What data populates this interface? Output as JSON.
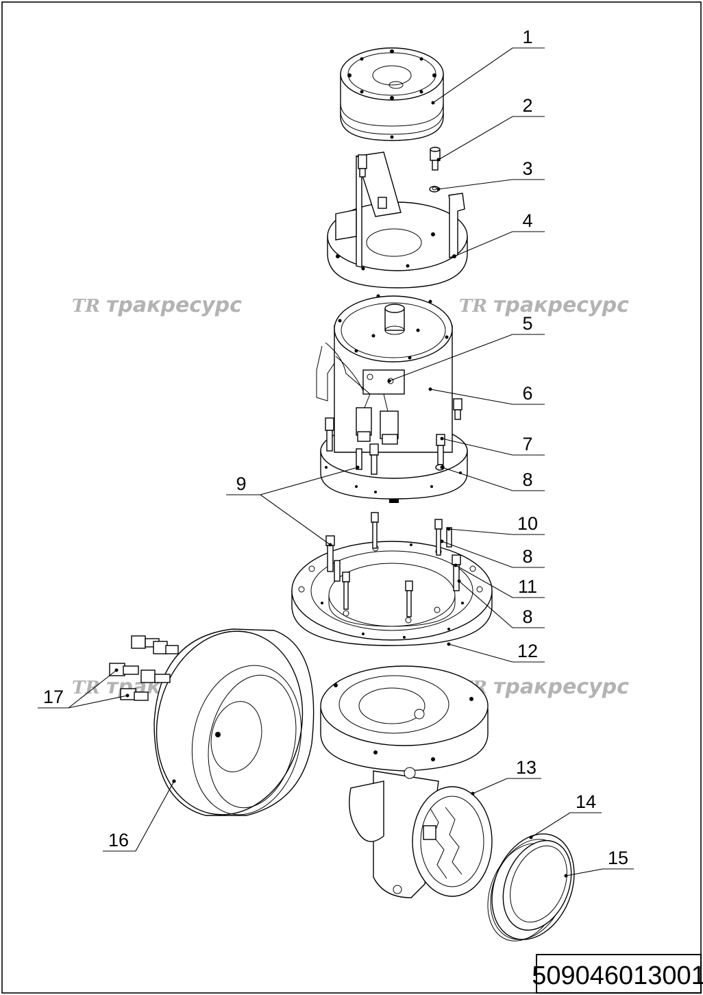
{
  "document_number": "509046013001",
  "watermark": {
    "logo": "TR",
    "text": "тракресурс"
  },
  "callouts": [
    "1",
    "2",
    "3",
    "4",
    "5",
    "6",
    "7",
    "8",
    "9",
    "10",
    "8",
    "11",
    "8",
    "12",
    "13",
    "14",
    "15",
    "16",
    "17"
  ],
  "colors": {
    "line": "#000000",
    "background": "#ffffff",
    "watermark": "#b3b3b3"
  }
}
